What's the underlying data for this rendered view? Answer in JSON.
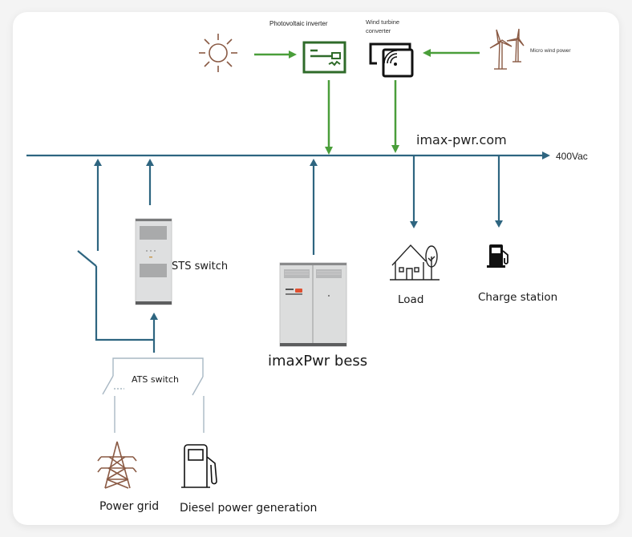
{
  "diagram": {
    "watermark": "imax-pwr.com",
    "bus_label": "400Vac",
    "sources": {
      "solar_inverter_label": "Photovoltaic inverter",
      "wind_converter_label_line1": "Wind turbine",
      "wind_converter_label_line2": "converter",
      "micro_wind_label": "Micro wind power"
    },
    "equipment": {
      "sts_label": "STS switch",
      "bess_label": "imaxPwr bess",
      "ats_label": "ATS switch"
    },
    "loads": {
      "load_label": "Load",
      "charge_station_label": "Charge station"
    },
    "inputs": {
      "power_grid_label": "Power grid",
      "diesel_label": "Diesel power generation"
    },
    "colors": {
      "bus_line": "#2e6580",
      "renewable_flow": "#4a9e3a",
      "ats_line": "#a9b8c4",
      "icon_brown": "#8a5a44",
      "cabinet_gray": "#d9dadb"
    }
  }
}
